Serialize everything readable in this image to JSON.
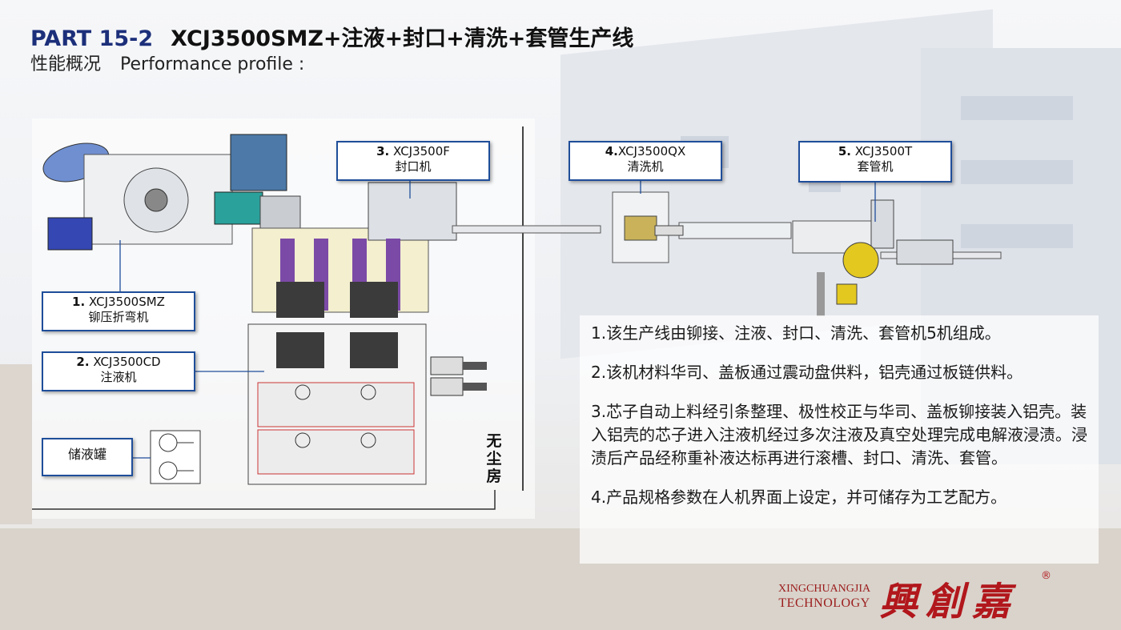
{
  "header": {
    "part": "PART 15-2",
    "title": "XCJ3500SMZ+注液+封口+清洗+套管生产线",
    "subtitle_cn": "性能概况",
    "subtitle_en": "Performance profile :"
  },
  "labels": {
    "m1": {
      "num": "1.",
      "code": "XCJ3500SMZ",
      "name": "铆压折弯机"
    },
    "m2": {
      "num": "2.",
      "code": "XCJ3500CD",
      "name": "注液机"
    },
    "m3": {
      "num": "3.",
      "code": "XCJ3500F",
      "name": "封口机"
    },
    "m4": {
      "num": "4.",
      "code": "XCJ3500QX",
      "name": "清洗机"
    },
    "m5": {
      "num": "5.",
      "code": "XCJ3500T",
      "name": "套管机"
    },
    "tank": "储液罐",
    "dustfree": "无尘房"
  },
  "info": [
    "1.该生产线由铆接、注液、封口、清洗、套管机5机组成。",
    "2.该机材料华司、盖板通过震动盘供料，铝壳通过板链供料。",
    "3.芯子自动上料经引条整理、极性校正与华司、盖板铆接装入铝壳。装入铝壳的芯子进入注液机经过多次注液及真空处理完成电解液浸渍。浸渍后产品经称重补液达标再进行滚槽、封口、清洗、套管。",
    "4.产品规格参数在人机界面上设定，并可储存为工艺配方。"
  ],
  "logo": {
    "en_line1": "XINGCHUANGJIA",
    "en_line2": "TECHNOLOGY",
    "cn": "興創嘉",
    "reg": "®"
  },
  "colors": {
    "title_blue": "#1c2f7a",
    "box_border": "#1f4e9a",
    "logo_red": "#b1171c"
  }
}
